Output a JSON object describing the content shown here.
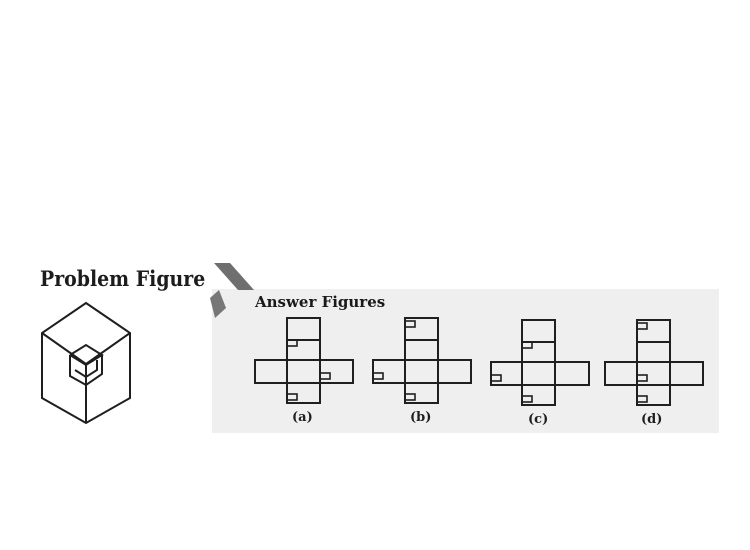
{
  "problem": {
    "title": "Problem Figure"
  },
  "answers": {
    "title": "Answer Figures",
    "options": [
      {
        "label": "(a)"
      },
      {
        "label": "(b)"
      },
      {
        "label": "(c)"
      },
      {
        "label": "(d)"
      }
    ]
  },
  "colors": {
    "ink": "#1f1f1f",
    "scan_bg": "#efefef",
    "mark_grey": "#6f6f6f"
  }
}
